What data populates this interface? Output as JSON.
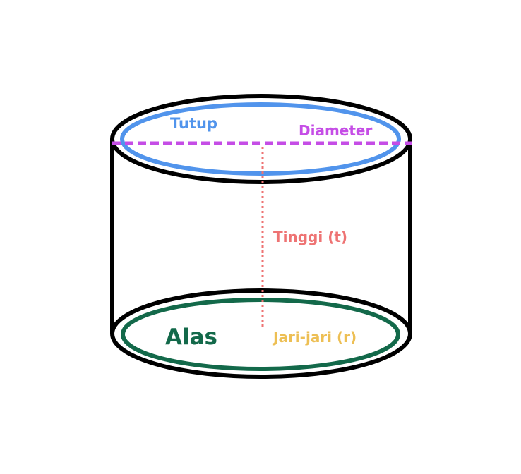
{
  "labels": {
    "tutup": "Tutup",
    "diameter": "Diameter",
    "tinggi": "Tinggi (t)",
    "alas": "Alas",
    "jari_jari": "Jari-jari (r)"
  },
  "colors": {
    "outline": "#000000",
    "tutup": "#5194ec",
    "diameter": "#c54de6",
    "tinggi": "#ee7373",
    "alas": "#13694a",
    "jari_jari": "#edbf54"
  }
}
